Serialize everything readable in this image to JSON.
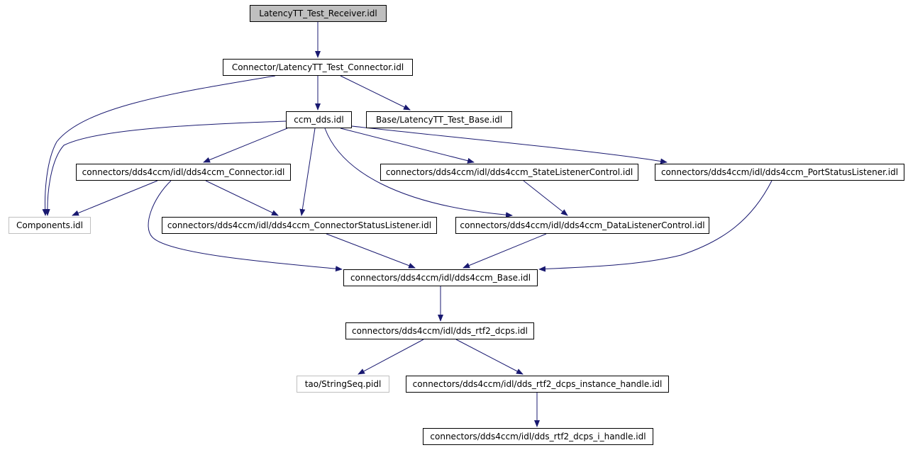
{
  "nodes": {
    "receiver": "LatencyTT_Test_Receiver.idl",
    "connector": "Connector/LatencyTT_Test_Connector.idl",
    "ccm_dds": "ccm_dds.idl",
    "base_latency": "Base/LatencyTT_Test_Base.idl",
    "dds4ccm_connector": "connectors/dds4ccm/idl/dds4ccm_Connector.idl",
    "state_listener": "connectors/dds4ccm/idl/dds4ccm_StateListenerControl.idl",
    "port_status": "connectors/dds4ccm/idl/dds4ccm_PortStatusListener.idl",
    "components": "Components.idl",
    "connector_status": "connectors/dds4ccm/idl/dds4ccm_ConnectorStatusListener.idl",
    "data_listener": "connectors/dds4ccm/idl/dds4ccm_DataListenerControl.idl",
    "dds4ccm_base": "connectors/dds4ccm/idl/dds4ccm_Base.idl",
    "rtf2_dcps": "connectors/dds4ccm/idl/dds_rtf2_dcps.idl",
    "stringseq": "tao/StringSeq.pidl",
    "instance_handle": "connectors/dds4ccm/idl/dds_rtf2_dcps_instance_handle.idl",
    "i_handle": "connectors/dds4ccm/idl/dds_rtf2_dcps_i_handle.idl"
  },
  "edges": [
    [
      "receiver",
      "connector"
    ],
    [
      "connector",
      "ccm_dds"
    ],
    [
      "connector",
      "base_latency"
    ],
    [
      "connector",
      "components"
    ],
    [
      "ccm_dds",
      "components"
    ],
    [
      "ccm_dds",
      "dds4ccm_connector"
    ],
    [
      "ccm_dds",
      "connector_status"
    ],
    [
      "ccm_dds",
      "state_listener"
    ],
    [
      "ccm_dds",
      "data_listener"
    ],
    [
      "ccm_dds",
      "port_status"
    ],
    [
      "dds4ccm_connector",
      "components"
    ],
    [
      "dds4ccm_connector",
      "connector_status"
    ],
    [
      "dds4ccm_connector",
      "dds4ccm_base"
    ],
    [
      "state_listener",
      "data_listener"
    ],
    [
      "port_status",
      "dds4ccm_base"
    ],
    [
      "connector_status",
      "dds4ccm_base"
    ],
    [
      "data_listener",
      "dds4ccm_base"
    ],
    [
      "dds4ccm_base",
      "rtf2_dcps"
    ],
    [
      "rtf2_dcps",
      "stringseq"
    ],
    [
      "rtf2_dcps",
      "instance_handle"
    ],
    [
      "instance_handle",
      "i_handle"
    ]
  ],
  "colors": {
    "edge": "#191970",
    "border": "#000000",
    "external_border": "#bfbfbf",
    "root_fill": "#bfbfbf"
  }
}
